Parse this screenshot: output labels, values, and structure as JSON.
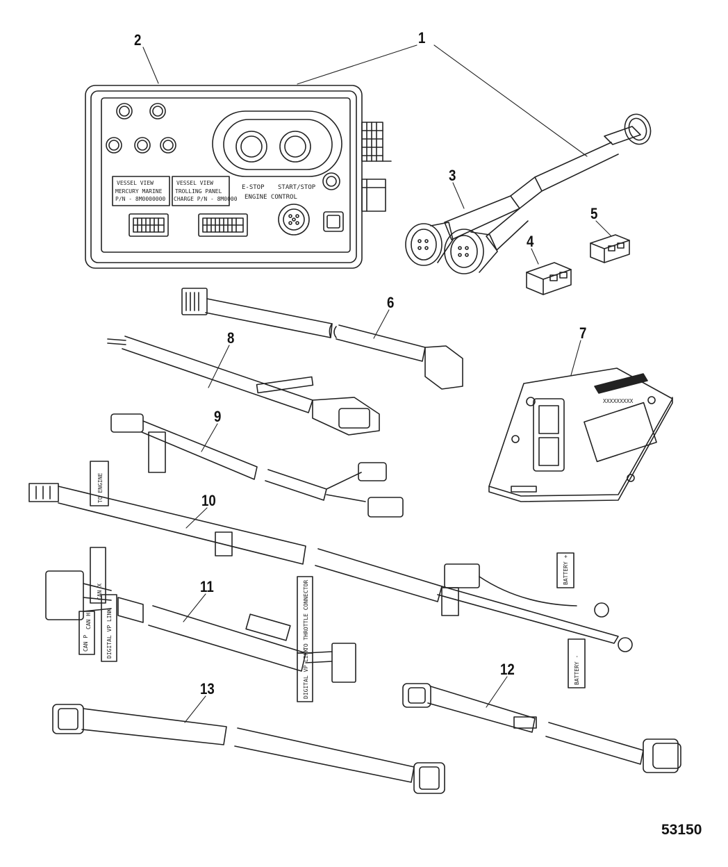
{
  "callouts": {
    "c1": "1",
    "c2": "2",
    "c3": "3",
    "c4": "4",
    "c5": "5",
    "c6": "6",
    "c7": "7",
    "c8": "8",
    "c9": "9",
    "c10": "10",
    "c11": "11",
    "c12": "12",
    "c13": "13"
  },
  "panel": {
    "estop": "E-STOP",
    "startstop": "START/STOP",
    "engine_control": "ENGINE CONTROL",
    "box1_line1": "VESSEL VIEW",
    "box1_line2": "MERCURY MARINE",
    "box1_line3": "P/N - 8M0000000",
    "box2_line1": "VESSEL VIEW",
    "box2_line2": "TROLLING PANEL",
    "box2_line3": "CHARGE P/N - 8M0000",
    "ecu_serial": "XXXXXXXXX"
  },
  "tags": {
    "to_engine": "TO ENGINE",
    "can_x": "CAN X",
    "can_p": "CAN P",
    "can_h": "CAN H",
    "to_throttle": "TO THROTTLE CONNECTOR",
    "battery_pos": "BATTERY +",
    "battery_neg": "BATTERY -",
    "vp_left": "DIGITAL VP LINK",
    "vp_right": "DIGITAL VP LINK"
  },
  "figure_id": "53150"
}
